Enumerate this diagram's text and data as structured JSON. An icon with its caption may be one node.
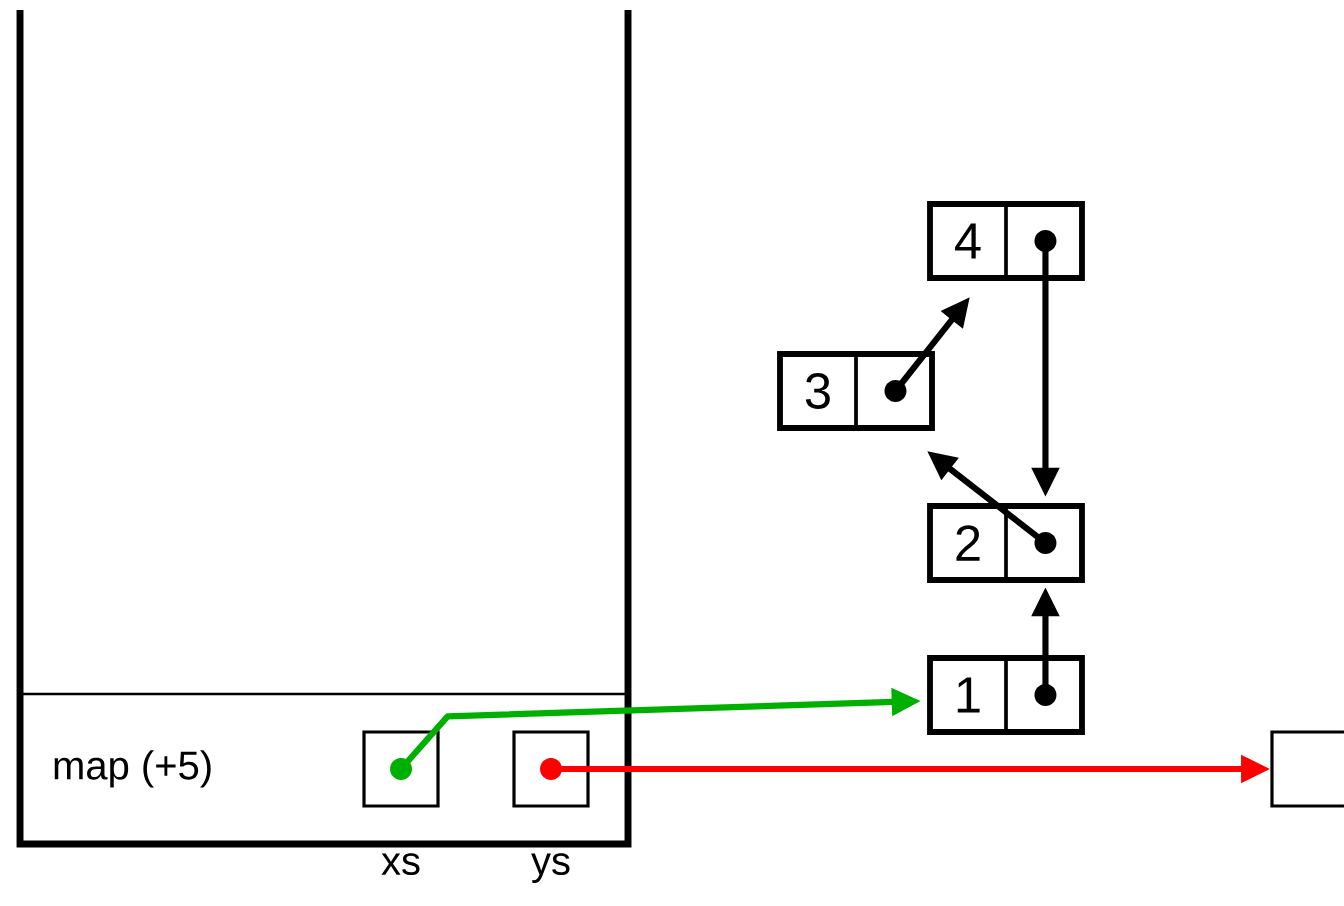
{
  "diagram": {
    "nodes": [
      {
        "text": [
          "map (+5)"
        ]
      },
      {
        "text": [],
        "shape": "box",
        "in": 0,
        "beside": [
          "xs"
        ]
      },
      {
        "text": [],
        "shape": "box",
        "in": 0,
        "beside": [
          "ys"
        ]
      },
      {
        "text": [
          "1"
        ]
      },
      {
        "text": [
          "2"
        ]
      },
      {
        "text": [
          "3"
        ]
      },
      {
        "text": [
          "4"
        ]
      },
      {
        "text": [],
        "shape": "box"
      }
    ],
    "edges": [
      {
        "from": 1,
        "to": 3,
        "arrow": "to",
        "color": "#00b000"
      },
      {
        "from": 2,
        "to": 7,
        "arrow": "to",
        "color": "#ff0000"
      },
      {
        "from": 3,
        "to": 4,
        "arrow": "to"
      },
      {
        "from": 4,
        "to": 5,
        "arrow": "to"
      },
      {
        "from": 5,
        "to": 6,
        "arrow": "to"
      },
      {
        "from": 6,
        "to": 4,
        "arrow": "to"
      }
    ]
  }
}
